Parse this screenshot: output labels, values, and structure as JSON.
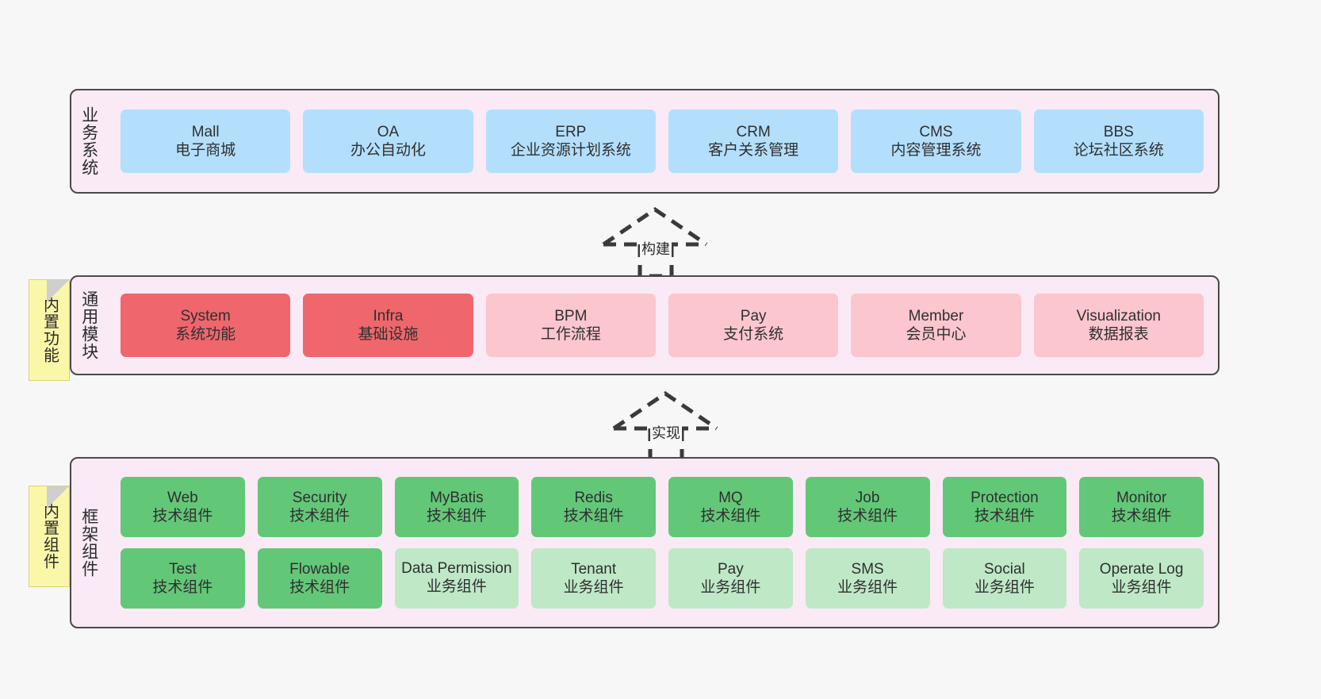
{
  "diagram": {
    "background": "#f7f7f7",
    "panel_bg": "#f9eaf5",
    "panel_border": "#4a4a4a",
    "colors": {
      "business": "#b3dffc",
      "module_core": "#f0666d",
      "module_optional": "#fbc6ce",
      "tech_component": "#63c778",
      "biz_component": "#bfe8c7",
      "sticky": "#fbf7a8"
    }
  },
  "layers": {
    "business": {
      "title": "业务系统",
      "items": [
        {
          "en": "Mall",
          "cn": "电子商城"
        },
        {
          "en": "OA",
          "cn": "办公自动化"
        },
        {
          "en": "ERP",
          "cn": "企业资源计划系统"
        },
        {
          "en": "CRM",
          "cn": "客户关系管理"
        },
        {
          "en": "CMS",
          "cn": "内容管理系统"
        },
        {
          "en": "BBS",
          "cn": "论坛社区系统"
        }
      ]
    },
    "modules": {
      "title": "通用模块",
      "sticky": "内置功能",
      "items": [
        {
          "en": "System",
          "cn": "系统功能",
          "style": "core"
        },
        {
          "en": "Infra",
          "cn": "基础设施",
          "style": "core"
        },
        {
          "en": "BPM",
          "cn": "工作流程",
          "style": "optional"
        },
        {
          "en": "Pay",
          "cn": "支付系统",
          "style": "optional"
        },
        {
          "en": "Member",
          "cn": "会员中心",
          "style": "optional"
        },
        {
          "en": "Visualization",
          "cn": "数据报表",
          "style": "optional"
        }
      ]
    },
    "framework": {
      "title": "框架组件",
      "sticky": "内置组件",
      "row1": [
        {
          "en": "Web",
          "cn": "技术组件"
        },
        {
          "en": "Security",
          "cn": "技术组件"
        },
        {
          "en": "MyBatis",
          "cn": "技术组件"
        },
        {
          "en": "Redis",
          "cn": "技术组件"
        },
        {
          "en": "MQ",
          "cn": "技术组件"
        },
        {
          "en": "Job",
          "cn": "技术组件"
        },
        {
          "en": "Protection",
          "cn": "技术组件"
        },
        {
          "en": "Monitor",
          "cn": "技术组件"
        }
      ],
      "row2": [
        {
          "en": "Test",
          "cn": "技术组件",
          "style": "tech"
        },
        {
          "en": "Flowable",
          "cn": "技术组件",
          "style": "tech"
        },
        {
          "en": "Data Permission",
          "cn": "业务组件",
          "style": "biz"
        },
        {
          "en": "Tenant",
          "cn": "业务组件",
          "style": "biz"
        },
        {
          "en": "Pay",
          "cn": "业务组件",
          "style": "biz"
        },
        {
          "en": "SMS",
          "cn": "业务组件",
          "style": "biz"
        },
        {
          "en": "Social",
          "cn": "业务组件",
          "style": "biz"
        },
        {
          "en": "Operate Log",
          "cn": "业务组件",
          "style": "biz"
        }
      ]
    }
  },
  "arrows": [
    {
      "label": "构建",
      "from": "modules",
      "to": "business"
    },
    {
      "label": "实现",
      "from": "framework",
      "to": "modules"
    }
  ]
}
